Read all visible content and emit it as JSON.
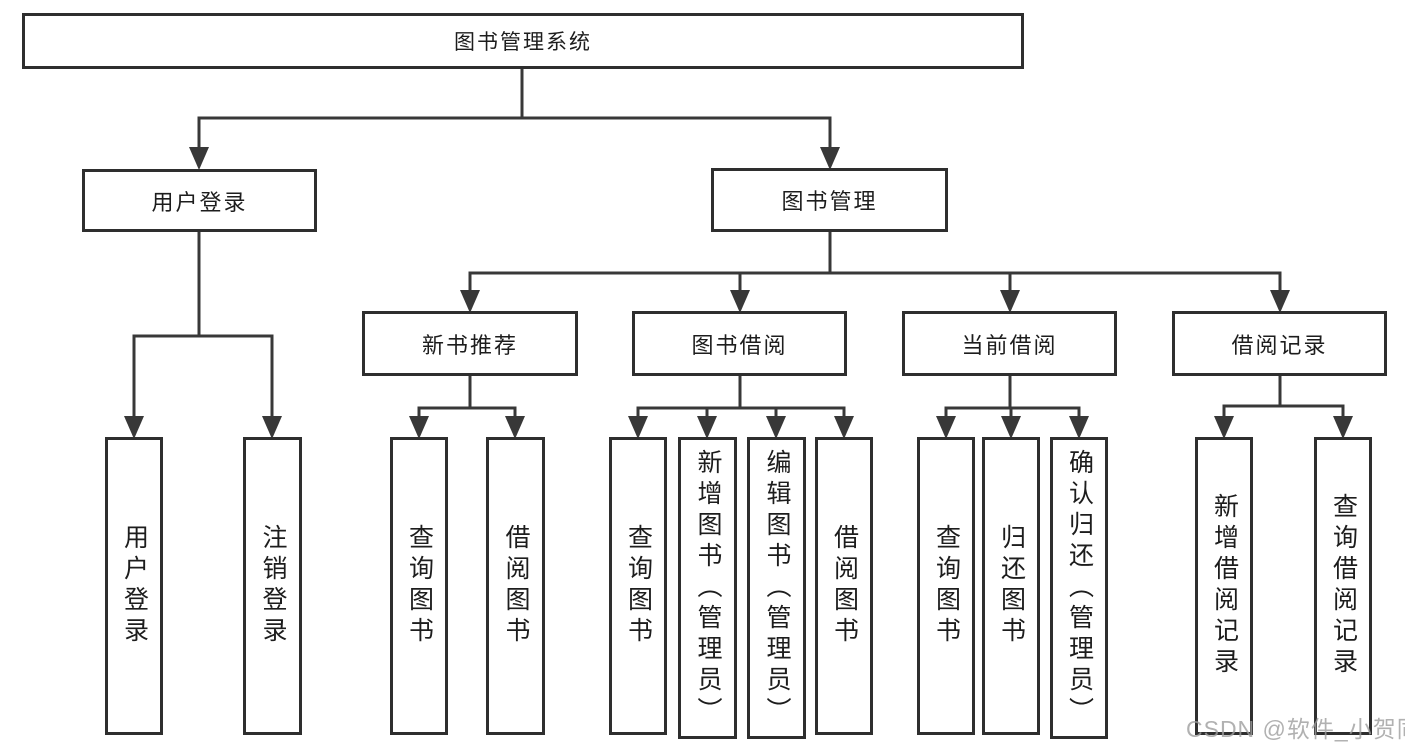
{
  "tree": {
    "label": "图书管理系统",
    "children": [
      {
        "label": "用户登录",
        "children": [
          {
            "label": "用户登录"
          },
          {
            "label": "注销登录"
          }
        ]
      },
      {
        "label": "图书管理",
        "children": [
          {
            "label": "新书推荐",
            "children": [
              {
                "label": "查询图书"
              },
              {
                "label": "借阅图书"
              }
            ]
          },
          {
            "label": "图书借阅",
            "children": [
              {
                "label": "查询图书"
              },
              {
                "label": "新增图书（管理员）"
              },
              {
                "label": "编辑图书（管理员）"
              },
              {
                "label": "借阅图书"
              }
            ]
          },
          {
            "label": "当前借阅",
            "children": [
              {
                "label": "查询图书"
              },
              {
                "label": "归还图书"
              },
              {
                "label": "确认归还（管理员）"
              }
            ]
          },
          {
            "label": "借阅记录",
            "children": [
              {
                "label": "新增借阅记录"
              },
              {
                "label": "查询借阅记录"
              }
            ]
          }
        ]
      }
    ]
  },
  "watermark": {
    "text": "CSDN @软件_小贺同学"
  },
  "colors": {
    "line": "#383838",
    "border": "#2e2e2e",
    "text": "#1d1d1d",
    "background": "#ffffff",
    "watermark": "#9e9e9e"
  }
}
